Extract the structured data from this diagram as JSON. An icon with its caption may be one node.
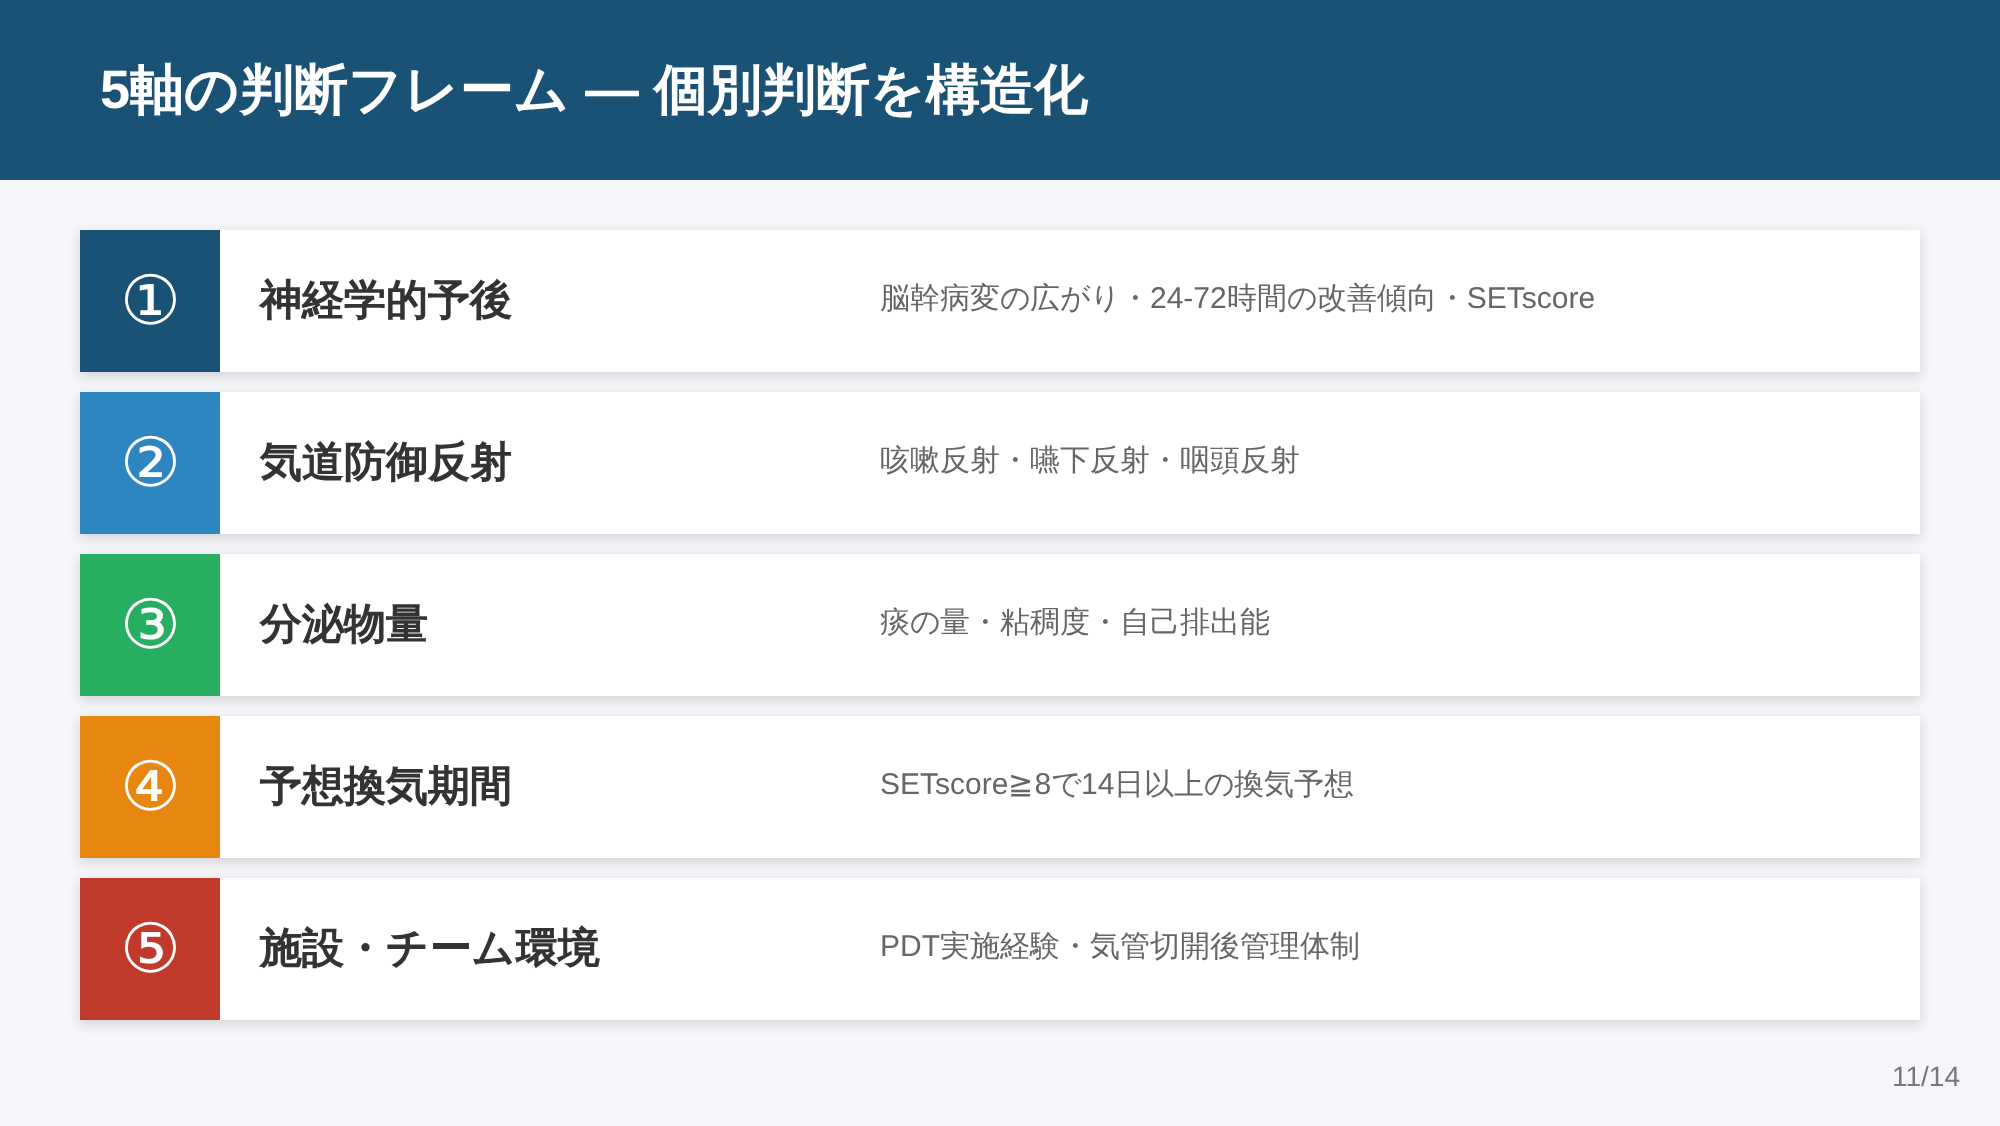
{
  "diagram": {
    "title": "5軸の判断フレーム — 個別判断を構造化",
    "nodes": [
      {
        "text": [
          "神経学的予後",
          "脳幹病変の広がり・24-72時間の改善傾向・SETscore"
        ]
      },
      {
        "text": [
          "①"
        ],
        "in": 0
      },
      {
        "text": [
          "気道防御反射",
          "咳嗽反射・嚥下反射・咽頭反射"
        ]
      },
      {
        "text": [
          "②"
        ],
        "in": 2
      },
      {
        "text": [
          "分泌物量",
          "痰の量・粘稠度・自己排出能"
        ]
      },
      {
        "text": [
          "③"
        ],
        "in": 4
      },
      {
        "text": [
          "予想換気期間",
          "SETscore≧8で14日以上の換気予想"
        ]
      },
      {
        "text": [
          "④"
        ],
        "in": 6
      },
      {
        "text": [
          "施設・チーム環境",
          "PDT実施経験・気管切開後管理体制"
        ]
      },
      {
        "text": [
          "⑤"
        ],
        "in": 8
      }
    ],
    "labels": [
      "11/14"
    ]
  }
}
